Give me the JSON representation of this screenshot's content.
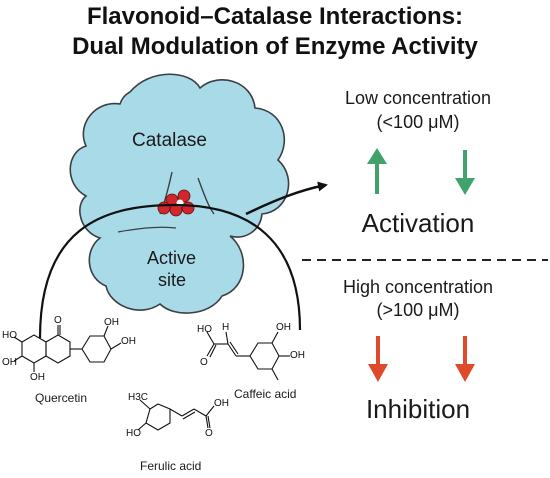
{
  "title_line1": "Flavonoid–Catalase Interactions:",
  "title_line2": "Dual Modulation of Enzyme Activity",
  "enzyme_label": "Catalase",
  "active_site_label_line1": "Active",
  "active_site_label_line2": "site",
  "low_conc_line1": "Low concentration",
  "low_conc_line2": "(<100 μM)",
  "activation_label": "Activation",
  "high_conc_line1": "High concentration",
  "high_conc_line2": "(>100 μM)",
  "inhibition_label": "Inhibition",
  "compounds": [
    "Quercetin",
    "Caffeic acid",
    "Ferulic acid"
  ],
  "atom_labels": {
    "oh": "OH",
    "ho": "HO",
    "o": "O",
    "h": "H",
    "h3c": "H3C"
  },
  "colors": {
    "enzyme_fill": "#a9dae8",
    "enzyme_stroke": "#3a3f44",
    "heme": "#d3262b",
    "up_arrow": "#3fa36b",
    "down_arrow_activation": "#3fa36b",
    "inhibition_arrow": "#e04a2c"
  }
}
